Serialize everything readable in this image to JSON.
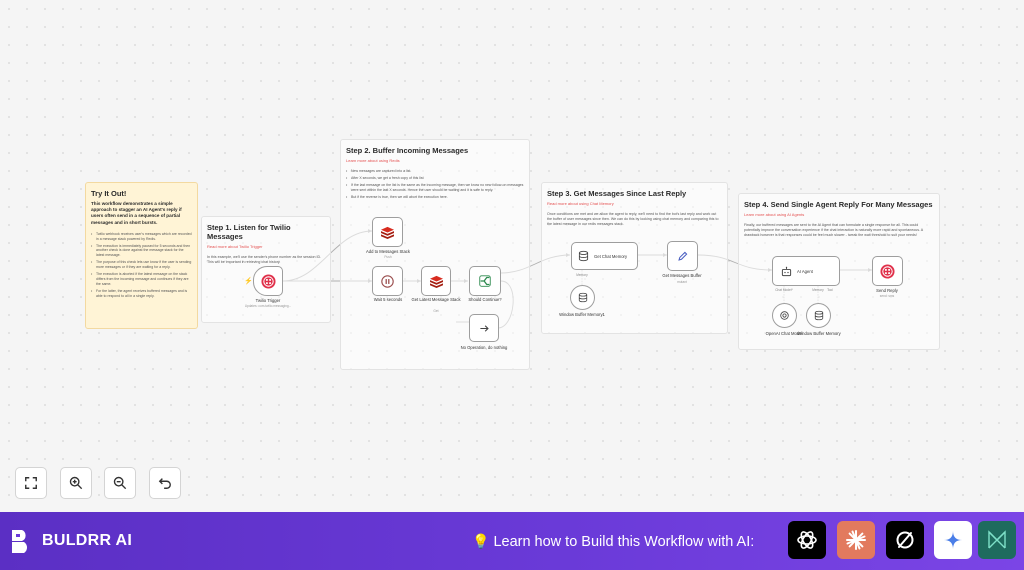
{
  "sticky_intro": {
    "title": "Try It Out!",
    "intro": "This workflow demonstrates a simple approach to stagger an AI Agent's reply if users often send in a sequence of partial messages and in short bursts.",
    "bullets": [
      "Twilio webhook receives user's messages which are recorded in a message stack powered by Redis.",
      "The execution is immediately paused for 5 seconds and then another check is done against the message stack for the latest message.",
      "The purpose of this check lets use know if the user is sending more messages or if they are waiting for a reply.",
      "The execution is aborted if the latest message on the stack differs from the incoming message and continues if they are the same.",
      "For the latter, the agent receives buffered messages and is able to respond to all in a single reply."
    ]
  },
  "step1": {
    "title": "Step 1. Listen for Twilio Messages",
    "link": "Read more about Twilio Trigger",
    "text": "In this example, we'll use the sender's phone number as the session ID. This will be important in retrieving chat history."
  },
  "step2": {
    "title": "Step 2. Buffer Incoming Messages",
    "link": "Learn more about using Redis",
    "bullets": [
      "New messages are captured into a list.",
      "After X seconds, we get a fresh copy of this list",
      "If the last message on the list is the same as the incoming message, then we know no new follow-on messages were sent within the last X seconds. Hence the user should be waiting and it is safe to reply.",
      "But if the reverse is true, then we will abort the execution here."
    ]
  },
  "step3": {
    "title": "Step 3. Get Messages Since Last Reply",
    "link": "Read more about using Chat Memory",
    "text": "Once conditions are met and we allow the agent to reply, we'll need to find the bot's last reply and work out the buffer of user messages since then. We can do this by looking using chat memory and comparing this to the latest message in our redis messages stack."
  },
  "step4": {
    "title": "Step 4. Send Single Agent Reply For Many Messages",
    "link": "Learn more about using AI Agents",
    "text": "Finally, our buffered messages are sent to the AI Agent that can formulate a single response for all. This could potentially improve the conversation experience if the chat interaction is naturally more rapid and spontaneous. A drawback however is that responses could be feel much slower - tweak the wait threshold to suit your needs!"
  },
  "nodes": {
    "twilio_trigger": {
      "label": "Twilio Trigger",
      "sub": "Updates: com.twilio.messaging..."
    },
    "add_to_stack": {
      "label": "Add to Messages Stack",
      "sub": "Push"
    },
    "wait": {
      "label": "Wait 5 seconds"
    },
    "get_latest": {
      "label": "Get Latest Message Stack",
      "sub": "Get"
    },
    "should_continue": {
      "label": "Should Continue?"
    },
    "no_op": {
      "label": "No Operation, do nothing"
    },
    "get_chat_memory": {
      "label": "Get Chat Memory"
    },
    "window_buffer_1": {
      "label": "Window Buffer Memory1",
      "port": "Memory"
    },
    "get_messages_buffer": {
      "label": "Get Messages Buffer",
      "sub": "mutant"
    },
    "ai_agent": {
      "label": "AI Agent",
      "ports": [
        "Chat Model*",
        "Memory",
        "Tool"
      ]
    },
    "openai_model": {
      "label": "OpenAI Chat Model"
    },
    "window_buffer_2": {
      "label": "Window Buffer Memory"
    },
    "send_reply": {
      "label": "Send Reply",
      "sub": "send: sms"
    }
  },
  "controls": {
    "icons": [
      "fullscreen-icon",
      "zoom-in-icon",
      "zoom-out-icon",
      "undo-icon"
    ]
  },
  "footer": {
    "brand": "BULDRR AI",
    "cta": "Learn how to Build this Workflow with AI:",
    "cta_icon": "lightbulb-icon",
    "ai_icons": [
      {
        "name": "chatgpt-icon",
        "color": "#000000"
      },
      {
        "name": "claude-icon",
        "color": "#e27a5e"
      },
      {
        "name": "perplexity-icon",
        "color": "#000000"
      },
      {
        "name": "gemini-icon",
        "color": "#ffffff"
      },
      {
        "name": "manus-icon",
        "color": "#1e6b5e"
      }
    ]
  },
  "colors": {
    "accent": "#6a3ad8",
    "twilio": "#e0304a",
    "redis": "#d82c20",
    "link": "#e45050",
    "sticky_yellow": "#fff4d6"
  }
}
